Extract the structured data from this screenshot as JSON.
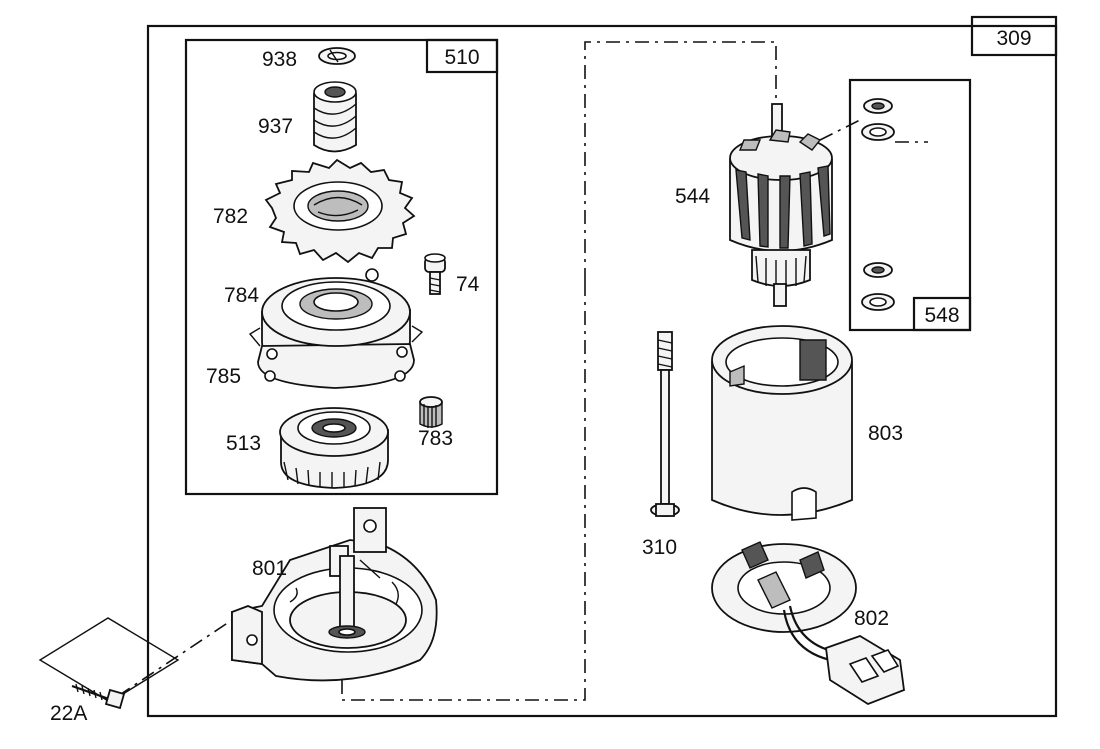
{
  "assembly_label": "309",
  "subassemblies": {
    "drive": "510",
    "brushes": "548"
  },
  "parts": {
    "p938": "938",
    "p937": "937",
    "p782": "782",
    "p784": "784",
    "p74": "74",
    "p785": "785",
    "p513": "513",
    "p783": "783",
    "p801": "801",
    "p22a": "22A",
    "p544": "544",
    "p803": "803",
    "p310": "310",
    "p802": "802"
  }
}
